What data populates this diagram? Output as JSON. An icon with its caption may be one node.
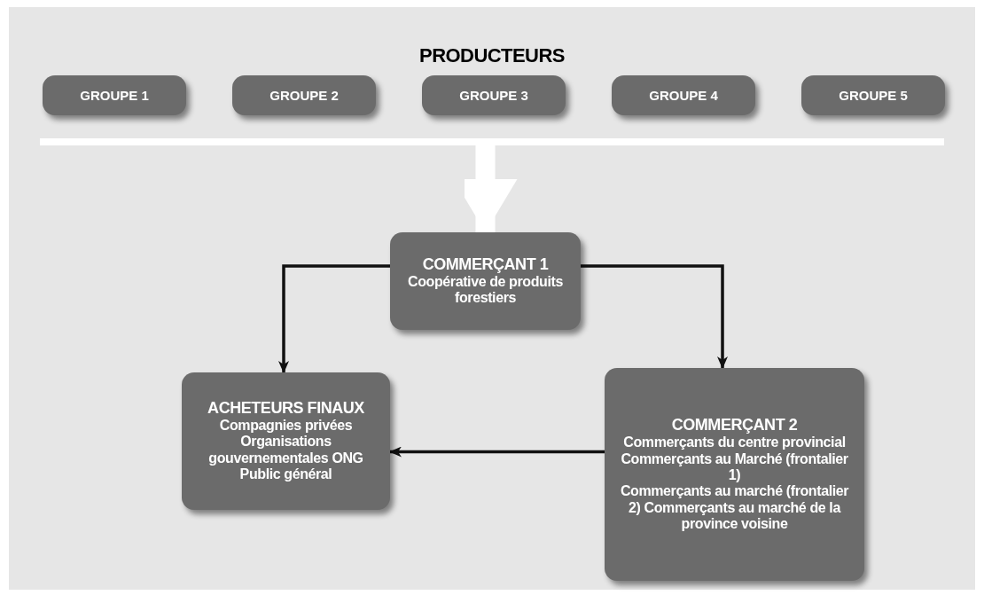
{
  "diagram": {
    "title": "PRODUCTEURS",
    "nodes": [
      {
        "text": [
          "GROUPE 1"
        ]
      },
      {
        "text": [
          "GROUPE 2"
        ]
      },
      {
        "text": [
          "GROUPE 3"
        ]
      },
      {
        "text": [
          "GROUPE 4"
        ]
      },
      {
        "text": [
          "GROUPE 5"
        ]
      },
      {
        "text": [],
        "shape": "bar"
      },
      {
        "text": [
          "COMMERÇANT 1",
          "Coopérative de produits forestiers"
        ]
      },
      {
        "text": [
          "ACHETEURS FINAUX",
          "Compagnies privées",
          "Organisations gouvernementales ONG",
          "Public général"
        ]
      },
      {
        "text": [
          "COMMERÇANT 2",
          "Commerçants du centre provincial",
          "Commerçants au Marché (frontalier 1)",
          "Commerçants au marché (frontalier 2) Commerçants au marché de la province voisine"
        ]
      }
    ],
    "edges": [
      {
        "from": 5,
        "to": 6,
        "arrow": "to",
        "style": "thick",
        "color": "#ffffff"
      },
      {
        "from": 6,
        "to": 7,
        "arrow": "to"
      },
      {
        "from": 6,
        "to": 8,
        "arrow": "to"
      },
      {
        "from": 8,
        "to": 7,
        "arrow": "to"
      }
    ]
  }
}
